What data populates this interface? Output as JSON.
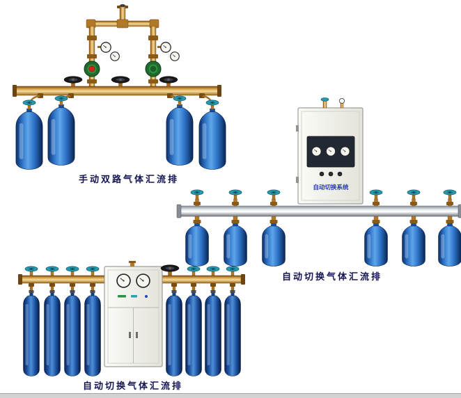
{
  "products": [
    {
      "caption": "手动双路气体汇流排",
      "cylinder_count": 4
    },
    {
      "caption": "自动切换气体汇流排",
      "cabinet_label": "自动切换系统",
      "cylinder_count": 6
    },
    {
      "caption": "自动切换气体汇流排",
      "cylinder_count": 8
    }
  ],
  "colors": {
    "caption_text": "#141452",
    "cylinder_blue": "#2b6fc4",
    "brass_pipe": "#d8a34e",
    "valve_teal": "#2798ad",
    "manifold_silver": "#e6eaee",
    "cabinet_body": "#f2f2ec",
    "regulator_green": "#1f6b2c",
    "regulator_knob_red": "#cc2817",
    "cabinet_label_blue": "#2238b8",
    "footer_strip": "#d2d2d2"
  }
}
